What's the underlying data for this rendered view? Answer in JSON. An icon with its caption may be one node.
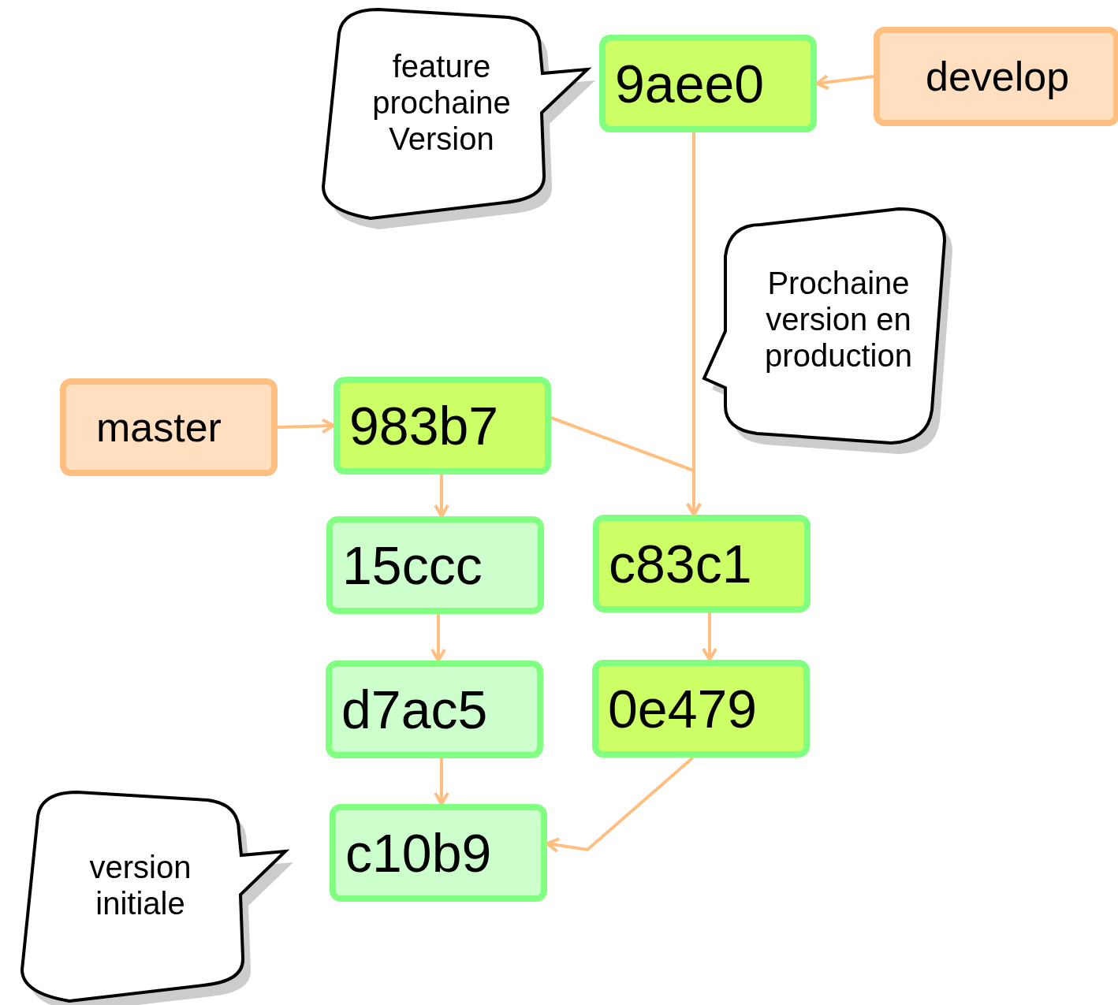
{
  "diagram": {
    "nodes": [
      {
        "text": [
          "feature prochaine Version"
        ]
      },
      {
        "text": [
          "9aee0"
        ]
      },
      {
        "text": [
          "develop"
        ]
      },
      {
        "text": [
          "Prochaine version en production"
        ]
      },
      {
        "text": [
          "master"
        ]
      },
      {
        "text": [
          "983b7"
        ]
      },
      {
        "text": [
          "15ccc"
        ]
      },
      {
        "text": [
          "c83c1"
        ]
      },
      {
        "text": [
          "d7ac5"
        ]
      },
      {
        "text": [
          "0e479"
        ]
      },
      {
        "text": [
          "version initiale"
        ]
      },
      {
        "text": [
          "c10b9"
        ]
      }
    ],
    "edges": [
      {
        "from": 2,
        "to": 1,
        "arrow": "to"
      },
      {
        "from": 1,
        "to": 7,
        "arrow": "to"
      },
      {
        "from": 4,
        "to": 5,
        "arrow": "to"
      },
      {
        "from": 5,
        "to": 7,
        "arrow": "to"
      },
      {
        "from": 5,
        "to": 6,
        "arrow": "to"
      },
      {
        "from": 6,
        "to": 8,
        "arrow": "to"
      },
      {
        "from": 8,
        "to": 11,
        "arrow": "to"
      },
      {
        "from": 7,
        "to": 9,
        "arrow": "to"
      },
      {
        "from": 9,
        "to": 11,
        "arrow": "to"
      }
    ]
  }
}
